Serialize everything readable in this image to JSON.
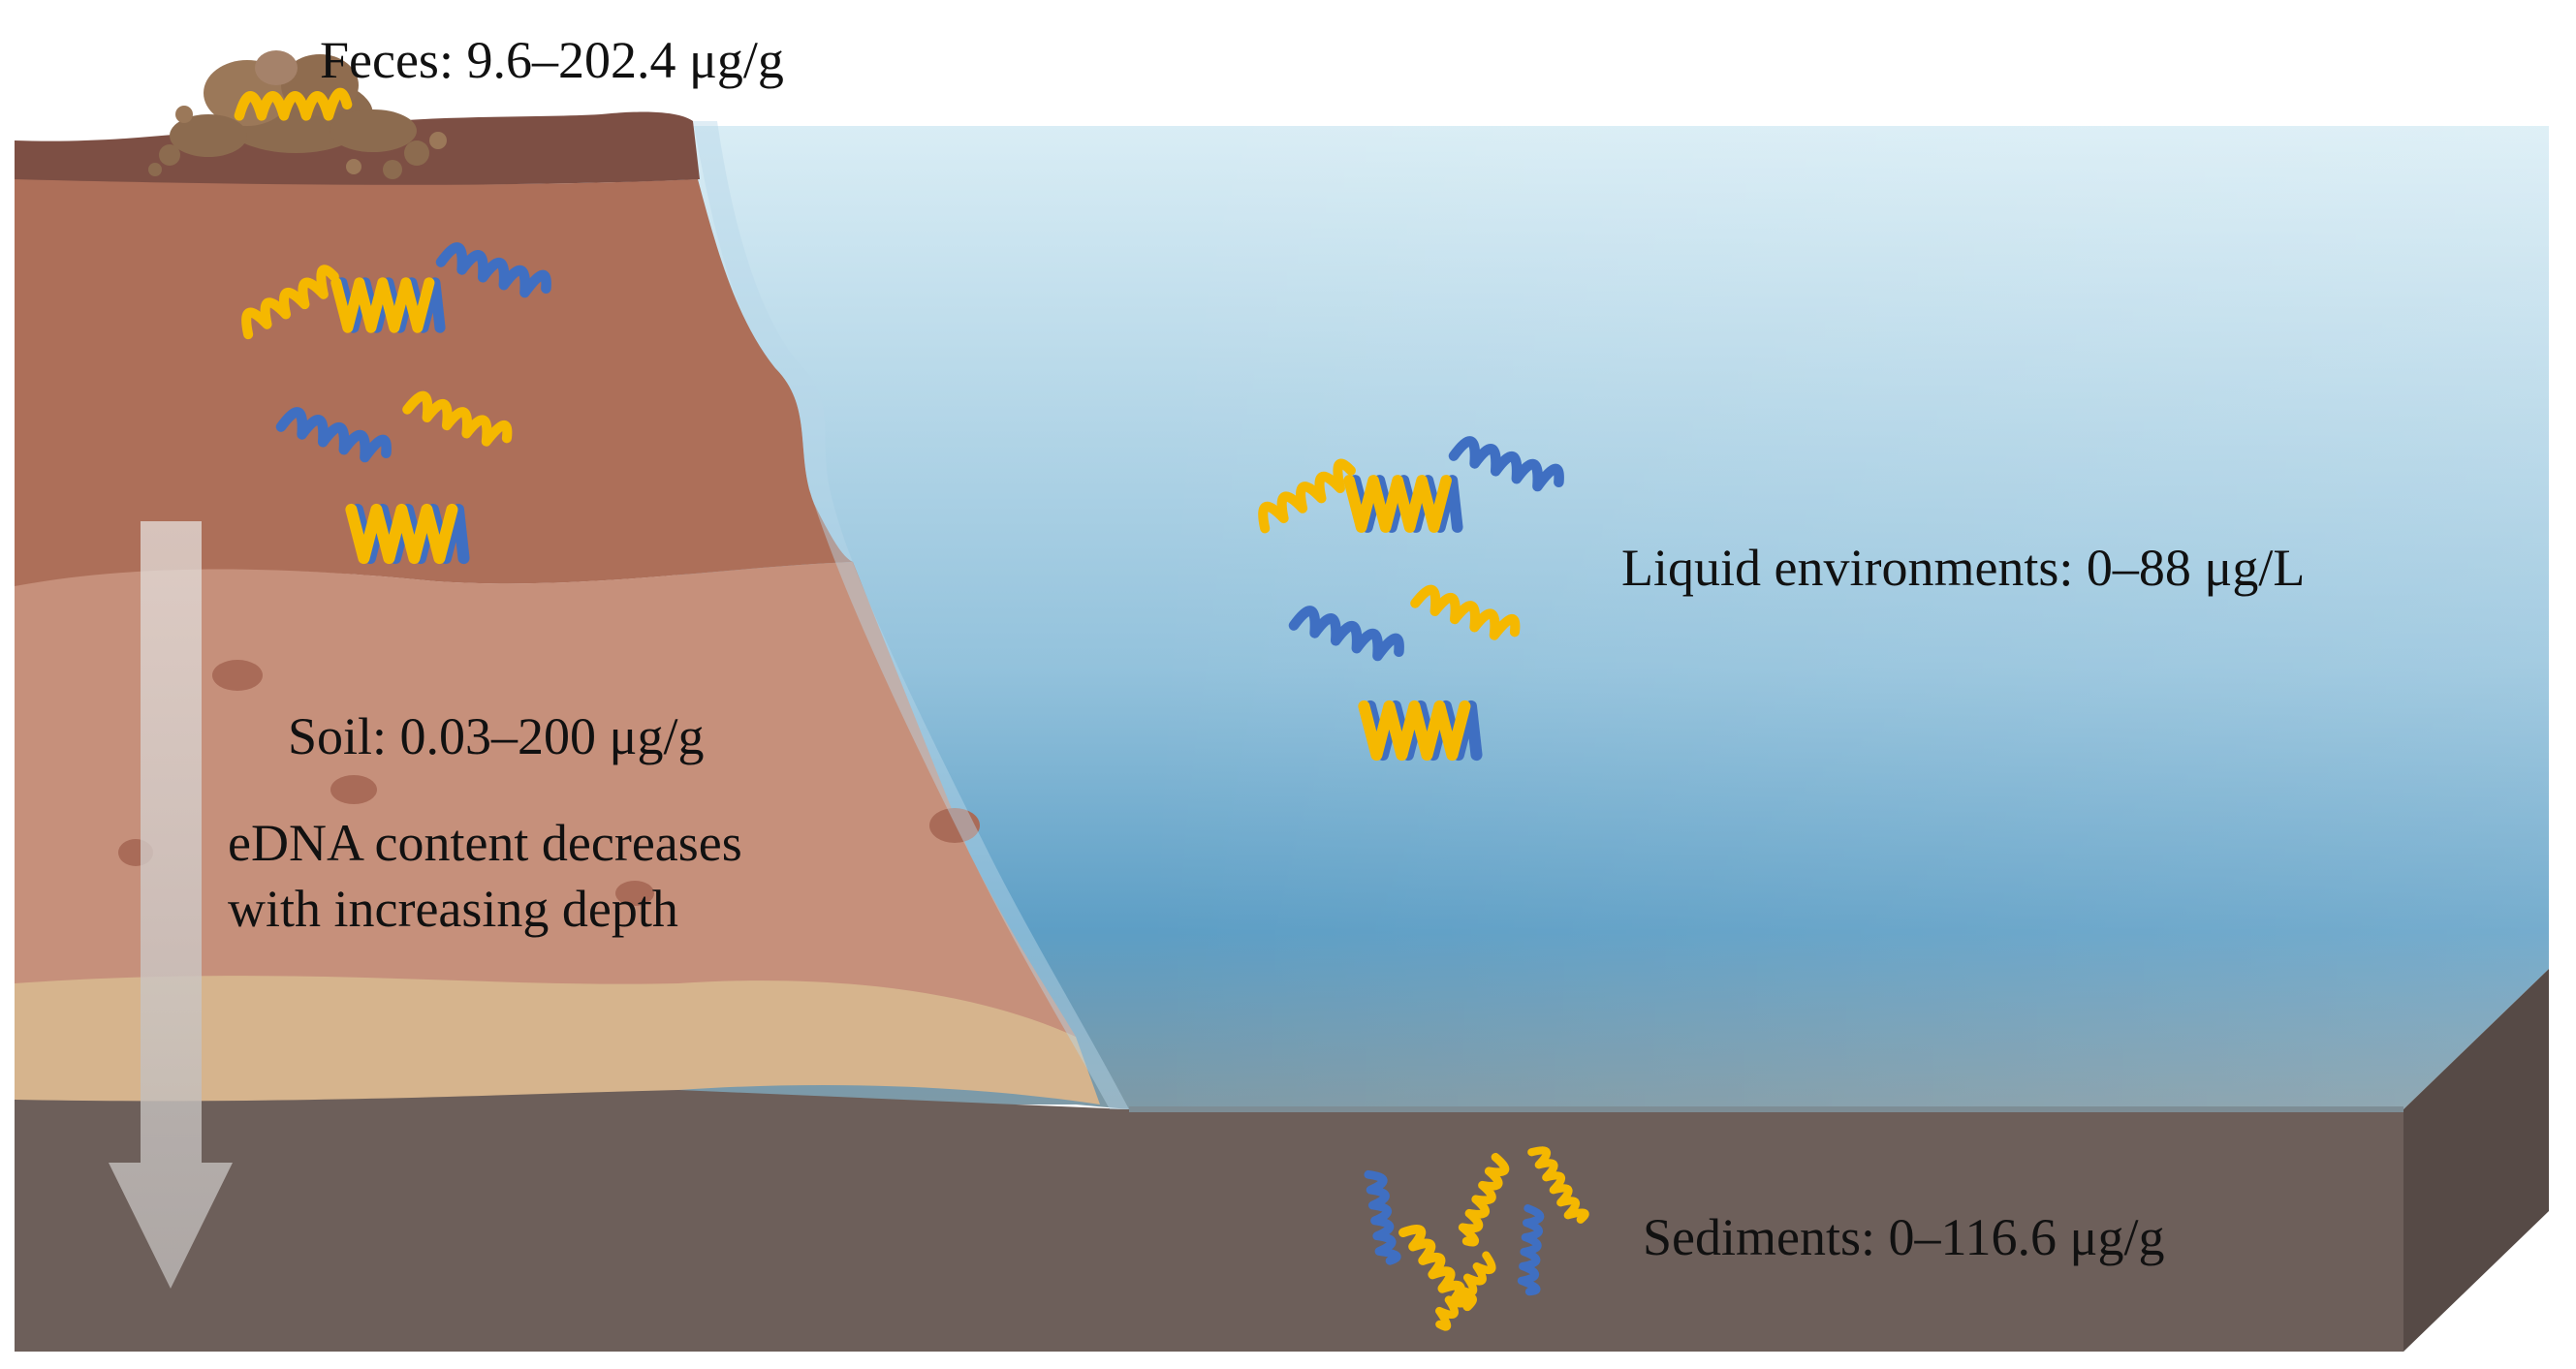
{
  "labels": {
    "feces": "Feces: 9.6–202.4 μg/g",
    "soil": "Soil: 0.03–200 μg/g",
    "depth_line1": "eDNA content decreases",
    "depth_line2": "with increasing depth",
    "liquid": "Liquid environments: 0–88 μg/L",
    "sediments": "Sediments: 0–116.6 μg/g"
  },
  "colors": {
    "dna_strand_yellow": "#f5b800",
    "dna_strand_blue": "#3f6fc2",
    "topsoil": "#7d4f44",
    "upper_soil": "#ad6f59",
    "middle_soil": "#c6907b",
    "sand_layer": "#d6b48d",
    "sediment": "#6d5f5a",
    "water_top": "#d9edf5",
    "water_bottom": "#5d9ec5"
  },
  "icons": {
    "feces": "feces-pile-icon",
    "dna": "dna-strand-icon",
    "depth_arrow": "down-arrow-icon"
  }
}
